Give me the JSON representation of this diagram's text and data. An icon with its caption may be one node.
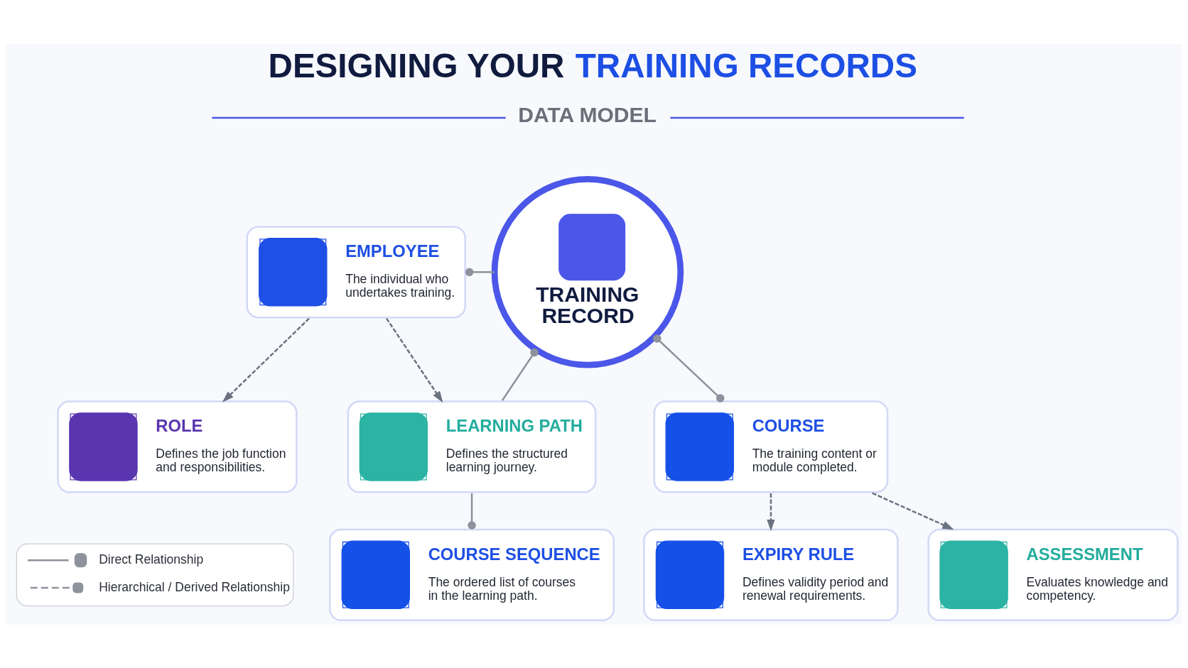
{
  "diagram": {
    "title": "DESIGNING YOUR TRAINING RECORDS",
    "nodes": [
      {
        "text": [
          "EMPLOYEE",
          "The individual who undertakes training."
        ]
      },
      {
        "text": [
          "TRAINING RECORD"
        ]
      },
      {
        "text": [
          "COURSE",
          "The training content or module completed."
        ]
      },
      {
        "text": [
          "ROLE",
          "Defines the job function and responsibilities."
        ]
      },
      {
        "text": [
          "LEARNING PATH",
          "Defines the structured learning journey."
        ]
      },
      {
        "text": [
          "COURSE SEQUENCE",
          "The ordered list of courses in the learning path."
        ]
      },
      {
        "text": [
          "EXPIRY RULE",
          "Defines validity period and renewal requirements."
        ]
      },
      {
        "text": [
          "ASSESSMENT",
          "Evaluates knowledge and competency."
        ]
      }
    ],
    "edges": [
      {
        "from": 0,
        "to": 1,
        "arrow": "other"
      },
      {
        "from": 0,
        "to": 3,
        "arrow": "to",
        "style": "dashed"
      },
      {
        "from": 0,
        "to": 4,
        "arrow": "to",
        "style": "dashed"
      },
      {
        "from": 1,
        "to": 4,
        "arrow": "other"
      },
      {
        "from": 1,
        "to": 2,
        "arrow": "other"
      },
      {
        "from": 4,
        "to": 5,
        "arrow": "other"
      },
      {
        "from": 2,
        "to": 6,
        "arrow": "to",
        "style": "dashed"
      },
      {
        "from": 2,
        "to": 7,
        "arrow": "to",
        "style": "dashed"
      }
    ],
    "labels": [
      "DATA MODEL"
    ],
    "legend": [
      {
        "text": "Direct Relationship"
      },
      {
        "text": "Hierarchical / Derived Relationship"
      }
    ]
  }
}
